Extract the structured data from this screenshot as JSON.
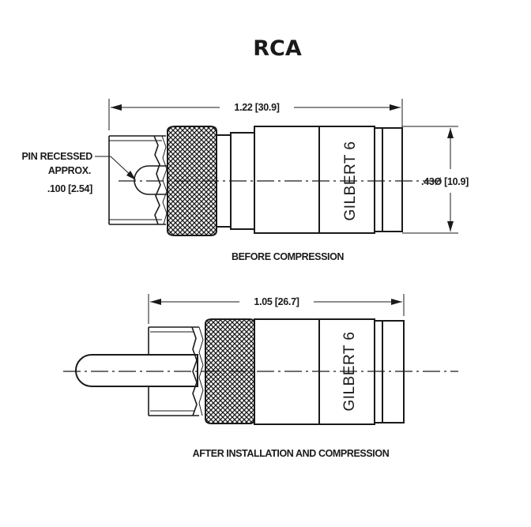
{
  "title": "RCA",
  "before": {
    "length_dim": "1.22 [30.9]",
    "diameter_dim": ".43Ø [10.9]",
    "pin_note_1": "PIN RECESSED",
    "pin_note_2": "APPROX.",
    "pin_note_3": ".100 [2.54]",
    "brand": "GILBERT 6",
    "caption": "BEFORE COMPRESSION"
  },
  "after": {
    "length_dim": "1.05 [26.7]",
    "brand": "GILBERT 6",
    "caption": "AFTER INSTALLATION AND COMPRESSION"
  }
}
